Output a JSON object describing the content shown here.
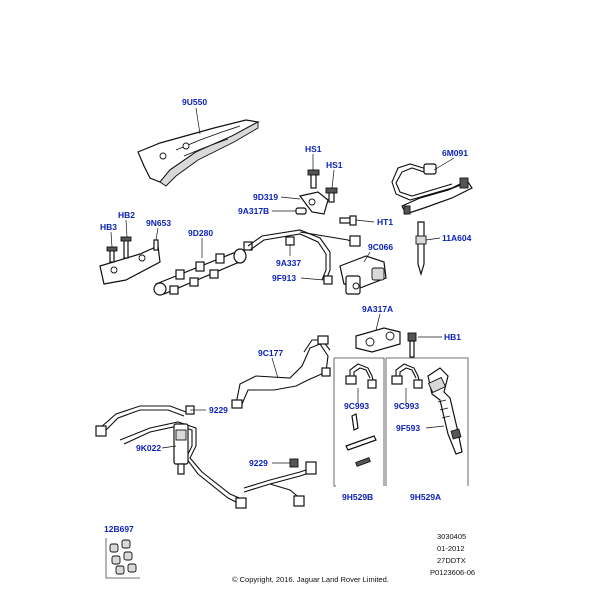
{
  "callouts": {
    "c_9u550": "9U550",
    "c_6m091": "6M091",
    "c_hs1a": "HS1",
    "c_hs1b": "HS1",
    "c_9d319": "9D319",
    "c_9a317b": "9A317B",
    "c_ht1": "HT1",
    "c_hb2": "HB2",
    "c_hb3": "HB3",
    "c_9n653": "9N653",
    "c_9d280": "9D280",
    "c_9c066": "9C066",
    "c_11a604": "11A604",
    "c_9a337": "9A337",
    "c_9f913": "9F913",
    "c_9a317a": "9A317A",
    "c_hb1": "HB1",
    "c_9c177": "9C177",
    "c_9c993a": "9C993",
    "c_9c993b": "9C993",
    "c_9f593": "9F593",
    "c_9229a": "9229",
    "c_9k022": "9K022",
    "c_9229b": "9229",
    "c_9h529b": "9H529B",
    "c_9h529a": "9H529A",
    "c_12b697": "12B697"
  },
  "meta": {
    "code": "3030405",
    "date": "01-2012",
    "engine": "27DDTX",
    "ref": "P0123606-06",
    "copyright": "© Copyright, 2016. Jaguar Land Rover Limited."
  }
}
